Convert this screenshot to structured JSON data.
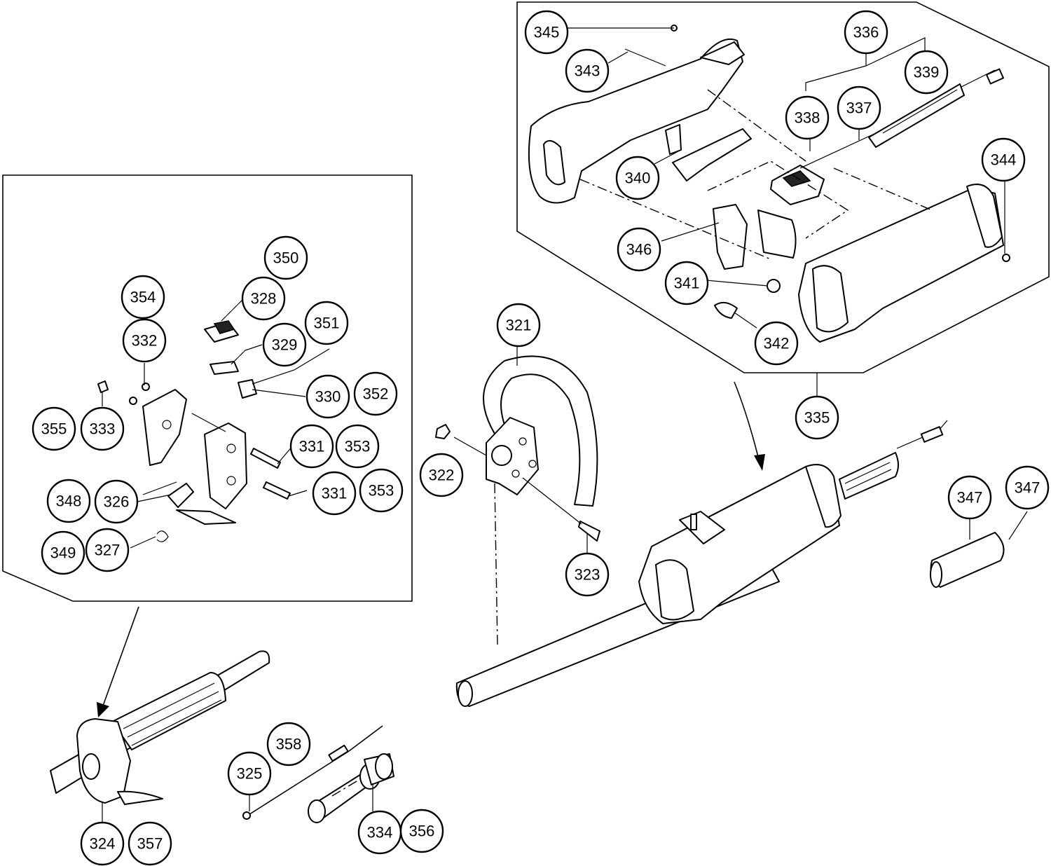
{
  "callouts": [
    {
      "id": "c345",
      "text": "345"
    },
    {
      "id": "c343",
      "text": "343"
    },
    {
      "id": "c336",
      "text": "336"
    },
    {
      "id": "c339",
      "text": "339"
    },
    {
      "id": "c337",
      "text": "337"
    },
    {
      "id": "c338",
      "text": "338"
    },
    {
      "id": "c344",
      "text": "344"
    },
    {
      "id": "c340",
      "text": "340"
    },
    {
      "id": "c346",
      "text": "346"
    },
    {
      "id": "c341",
      "text": "341"
    },
    {
      "id": "c342",
      "text": "342"
    },
    {
      "id": "c335",
      "text": "335"
    },
    {
      "id": "c350",
      "text": "350"
    },
    {
      "id": "c354",
      "text": "354"
    },
    {
      "id": "c328",
      "text": "328"
    },
    {
      "id": "c351",
      "text": "351"
    },
    {
      "id": "c332",
      "text": "332"
    },
    {
      "id": "c329",
      "text": "329"
    },
    {
      "id": "c330",
      "text": "330"
    },
    {
      "id": "c352",
      "text": "352"
    },
    {
      "id": "c355",
      "text": "355"
    },
    {
      "id": "c333",
      "text": "333"
    },
    {
      "id": "c331a",
      "text": "331"
    },
    {
      "id": "c353a",
      "text": "353"
    },
    {
      "id": "c331b",
      "text": "331"
    },
    {
      "id": "c353b",
      "text": "353"
    },
    {
      "id": "c348",
      "text": "348"
    },
    {
      "id": "c326",
      "text": "326"
    },
    {
      "id": "c349",
      "text": "349"
    },
    {
      "id": "c327",
      "text": "327"
    },
    {
      "id": "c321",
      "text": "321"
    },
    {
      "id": "c322",
      "text": "322"
    },
    {
      "id": "c323",
      "text": "323"
    },
    {
      "id": "c347a",
      "text": "347"
    },
    {
      "id": "c347b",
      "text": "347"
    },
    {
      "id": "c358",
      "text": "358"
    },
    {
      "id": "c325",
      "text": "325"
    },
    {
      "id": "c324",
      "text": "324"
    },
    {
      "id": "c357",
      "text": "357"
    },
    {
      "id": "c334",
      "text": "334"
    },
    {
      "id": "c356",
      "text": "356"
    }
  ]
}
